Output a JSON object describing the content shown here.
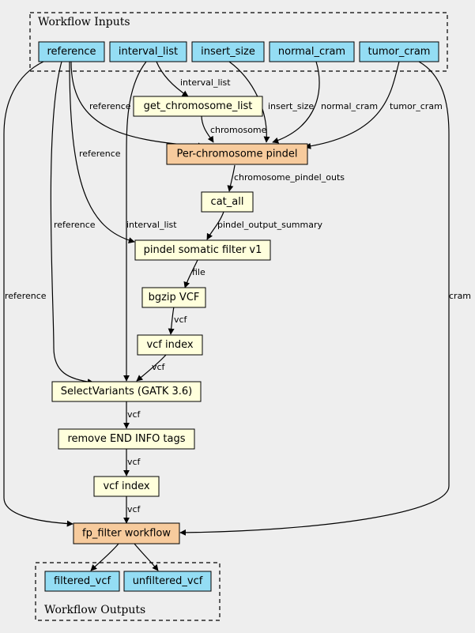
{
  "colors": {
    "input": "#94ddf4",
    "step": "#ffffdc",
    "workflow": "#f7cb9d",
    "background": "#eeeeee"
  },
  "clusters": {
    "inputs_label": "Workflow Inputs",
    "outputs_label": "Workflow Outputs"
  },
  "nodes": {
    "reference": "reference",
    "interval_list": "interval_list",
    "insert_size": "insert_size",
    "normal_cram": "normal_cram",
    "tumor_cram": "tumor_cram",
    "get_chromosome_list": "get_chromosome_list",
    "per_chromosome_pindel": "Per-chromosome pindel",
    "cat_all": "cat_all",
    "pindel_somatic_filter": "pindel somatic filter v1",
    "bgzip_vcf": "bgzip VCF",
    "vcf_index_1": "vcf index",
    "select_variants": "SelectVariants (GATK 3.6)",
    "remove_end_info": "remove END INFO tags",
    "vcf_index_2": "vcf index",
    "fp_filter": "fp_filter workflow",
    "filtered_vcf": "filtered_vcf",
    "unfiltered_vcf": "unfiltered_vcf"
  },
  "edge_labels": {
    "interval_list_to_gcl": "interval_list",
    "reference_to_pindel": "reference",
    "insert_size_to_pindel": "insert_size",
    "normal_cram_to_pindel": "normal_cram",
    "tumor_cram_to_pindel": "tumor_cram",
    "chromosome": "chromosome",
    "chromosome_pindel_outs": "chromosome_pindel_outs",
    "reference_to_filter": "reference",
    "pindel_output_summary": "pindel_output_summary",
    "reference_to_select": "reference",
    "interval_list_to_select": "interval_list",
    "reference_to_fp": "reference",
    "cram": "cram",
    "file": "file",
    "vcf_1": "vcf",
    "vcf_2": "vcf",
    "vcf_3": "vcf",
    "vcf_4": "vcf",
    "vcf_5": "vcf"
  }
}
